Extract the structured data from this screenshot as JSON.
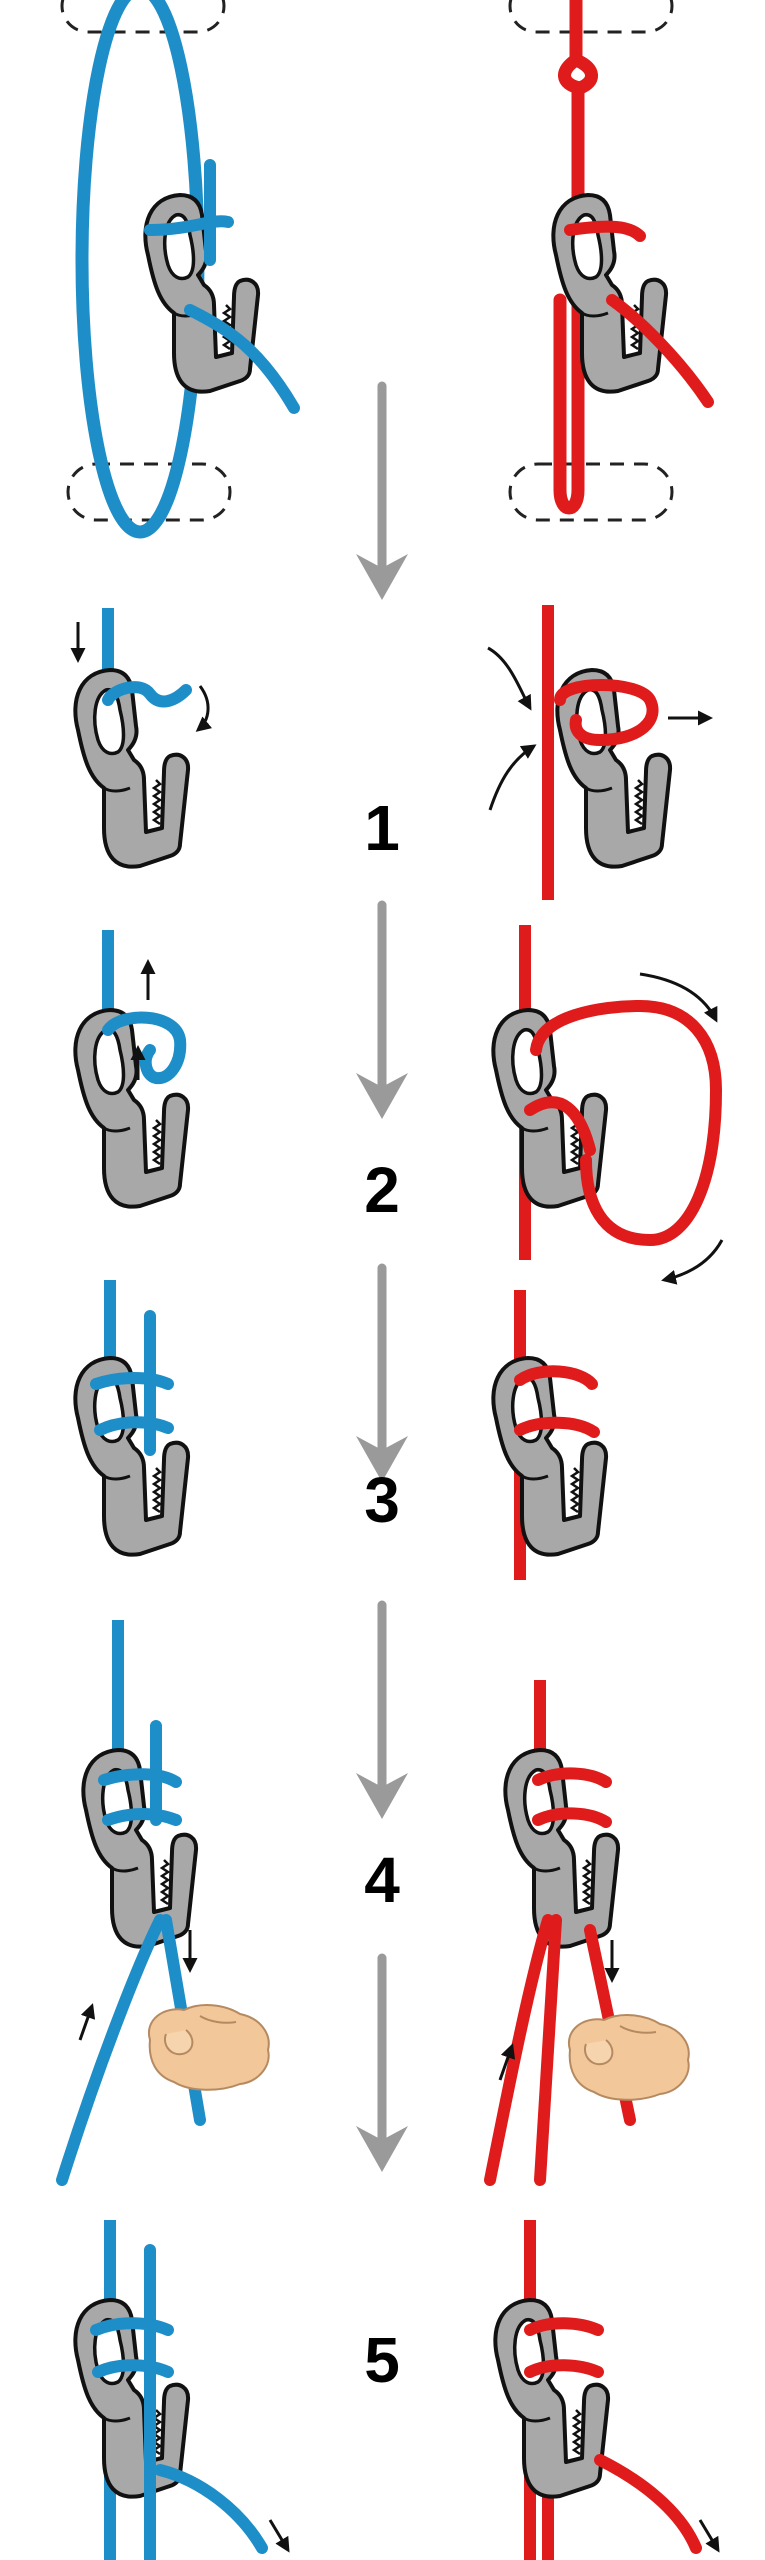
{
  "steps": [
    {
      "number": "1"
    },
    {
      "number": "2"
    },
    {
      "number": "3"
    },
    {
      "number": "4"
    },
    {
      "number": "5"
    }
  ],
  "colors": {
    "blue_rope": "#1e8ec8",
    "red_rope": "#e01b1b",
    "device_gray": "#a8a8a8",
    "outline": "#111111",
    "arrow_gray": "#9a9a9a",
    "hand_skin": "#f2c79a"
  },
  "icons": {
    "device": "tensioning-hook-icon",
    "rope_blue": "blue-rope-icon",
    "rope_red": "red-rope-icon",
    "hand": "hand-icon",
    "flow_arrow": "down-arrow-icon",
    "dashed_anchor": "dashed-anchor-icon"
  }
}
